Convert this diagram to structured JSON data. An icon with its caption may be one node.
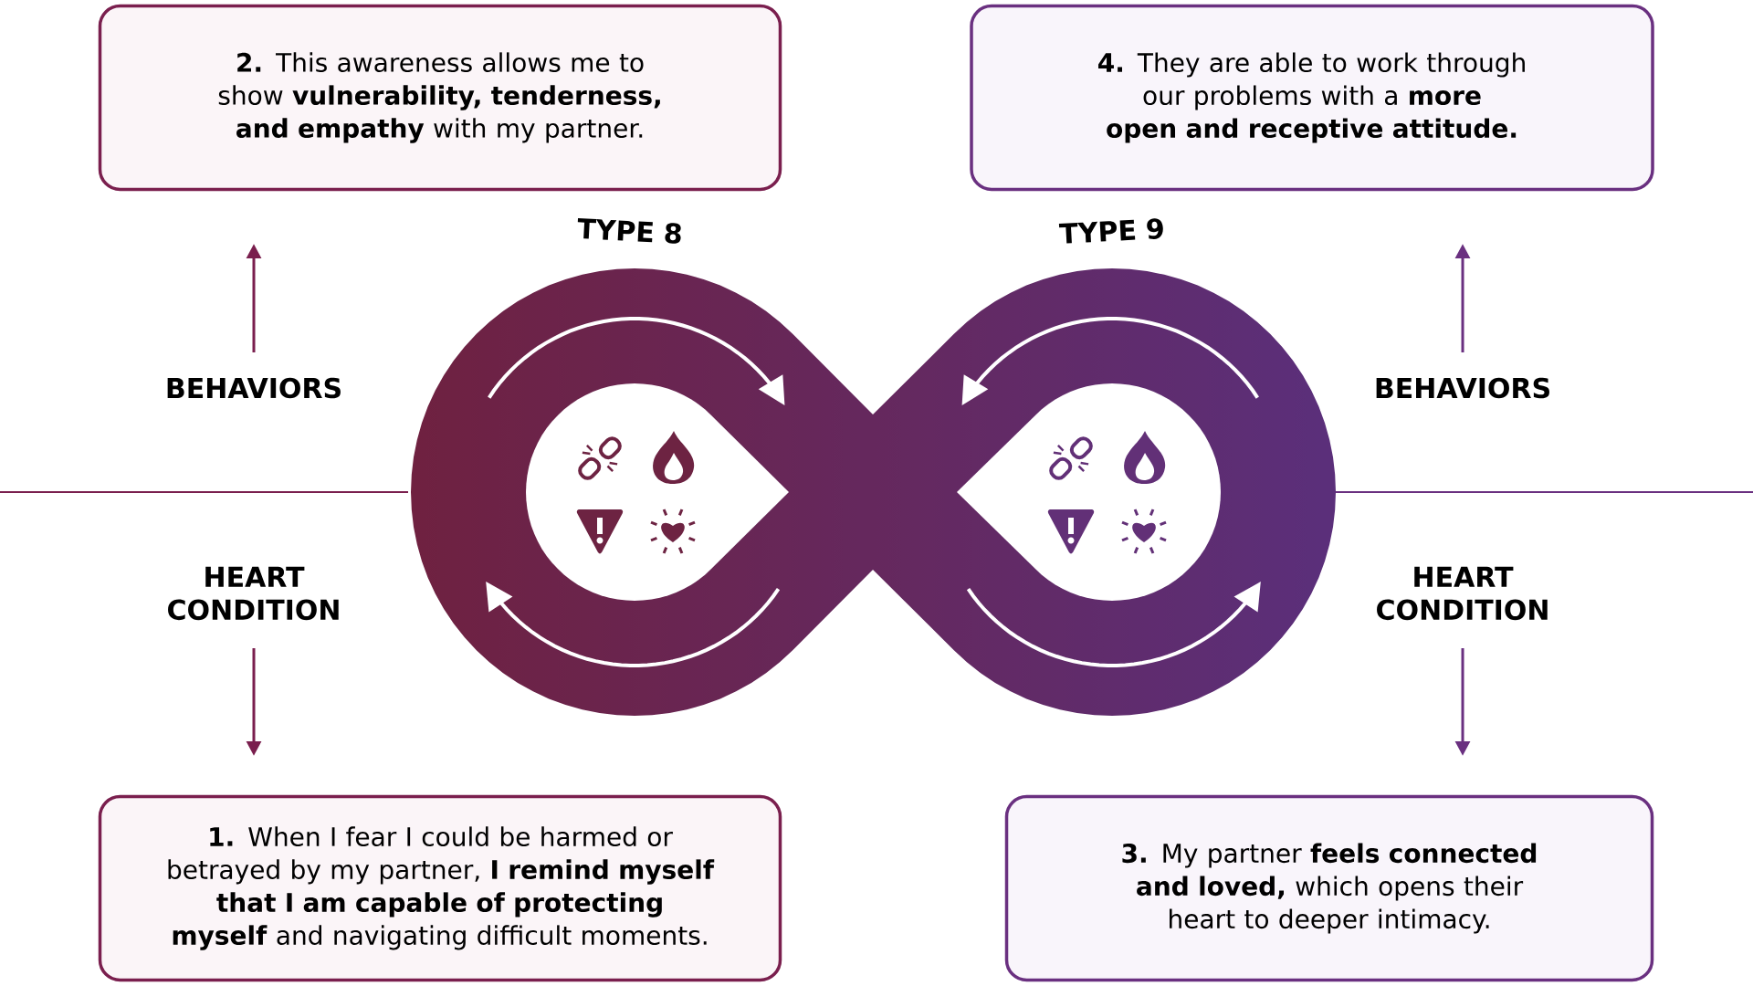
{
  "diagram": {
    "nodes": [
      {
        "text": [
          "**2.** This awareness allows me to show **vulnerability, tenderness, and empathy** with my partner."
        ]
      },
      {
        "text": [
          "**4.** They are able to work through our problems with a **more open and receptive attitude.**"
        ]
      },
      {
        "text": [
          "**1.** When I fear I could be harmed or betrayed by my partner, **I remind myself that I am capable of protecting myself** and navigating difficult moments."
        ]
      },
      {
        "text": [
          "**3.** My partner **feels connected and loved,** which opens their heart to deeper intimacy."
        ]
      }
    ],
    "labels": [
      "TYPE 8",
      "TYPE 9",
      "BEHAVIORS",
      "HEART CONDITION",
      "BEHAVIORS",
      "HEART CONDITION"
    ]
  }
}
